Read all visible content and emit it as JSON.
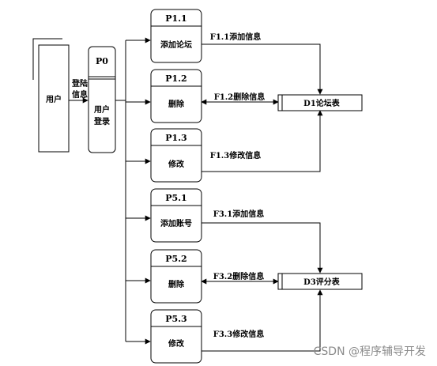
{
  "external_entity": {
    "label": "用户"
  },
  "input_flow": {
    "line1": "登陆",
    "line2": "信息"
  },
  "login_process": {
    "id": "P0",
    "line1": "用户",
    "line2": "登录"
  },
  "processes": [
    {
      "id": "P1.1",
      "name": "添加论坛"
    },
    {
      "id": "P1.2",
      "name": "删除"
    },
    {
      "id": "P1.3",
      "name": "修改"
    },
    {
      "id": "P5.1",
      "name": "添加账号"
    },
    {
      "id": "P5.2",
      "name": "删除"
    },
    {
      "id": "P5.3",
      "name": "修改"
    }
  ],
  "flows": [
    {
      "label": "F1.1添加信息"
    },
    {
      "label": "F1.2删除信息"
    },
    {
      "label": "F1.3修改信息"
    },
    {
      "label": "F3.1添加信息"
    },
    {
      "label": "F3.2删除信息"
    },
    {
      "label": "F3.3修改信息"
    }
  ],
  "data_stores": [
    {
      "label": "D1论坛表"
    },
    {
      "label": "D3评分表"
    }
  ],
  "watermark": "CSDN @程序辅导开发"
}
